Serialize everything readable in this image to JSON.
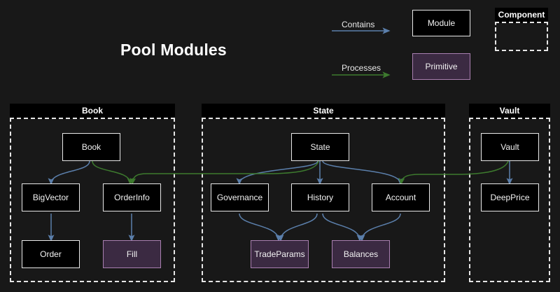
{
  "page": {
    "title": "Pool Modules",
    "background_color": "#181818"
  },
  "colors": {
    "contains_edge": "#5b7fab",
    "processes_edge": "#3d7a2e",
    "module_fill": "#000000",
    "module_border": "#e8e8e8",
    "primitive_fill": "#3b2a42",
    "primitive_border": "#a97fb0",
    "cluster_border": "#e6e6e6",
    "text": "#f2f2f2"
  },
  "legend": {
    "contains_label": "Contains",
    "processes_label": "Processes",
    "module_label": "Module",
    "primitive_label": "Primitive",
    "component_label": "Component"
  },
  "clusters": [
    {
      "name": "Book",
      "label": "Book"
    },
    {
      "name": "State",
      "label": "State"
    },
    {
      "name": "Vault",
      "label": "Vault"
    }
  ],
  "nodes": [
    {
      "id": "book",
      "label": "Book",
      "type": "module",
      "cluster": "Book"
    },
    {
      "id": "bigvector",
      "label": "BigVector",
      "type": "module",
      "cluster": "Book"
    },
    {
      "id": "orderinfo",
      "label": "OrderInfo",
      "type": "module",
      "cluster": "Book"
    },
    {
      "id": "order",
      "label": "Order",
      "type": "module",
      "cluster": "Book"
    },
    {
      "id": "fill",
      "label": "Fill",
      "type": "primitive",
      "cluster": "Book"
    },
    {
      "id": "state",
      "label": "State",
      "type": "module",
      "cluster": "State"
    },
    {
      "id": "governance",
      "label": "Governance",
      "type": "module",
      "cluster": "State"
    },
    {
      "id": "history",
      "label": "History",
      "type": "module",
      "cluster": "State"
    },
    {
      "id": "account",
      "label": "Account",
      "type": "module",
      "cluster": "State"
    },
    {
      "id": "tradeparams",
      "label": "TradeParams",
      "type": "primitive",
      "cluster": "State"
    },
    {
      "id": "balances",
      "label": "Balances",
      "type": "primitive",
      "cluster": "State"
    },
    {
      "id": "vault",
      "label": "Vault",
      "type": "module",
      "cluster": "Vault"
    },
    {
      "id": "deepprice",
      "label": "DeepPrice",
      "type": "module",
      "cluster": "Vault"
    }
  ],
  "edges": [
    {
      "from": "book",
      "to": "bigvector",
      "kind": "contains"
    },
    {
      "from": "bigvector",
      "to": "order",
      "kind": "contains"
    },
    {
      "from": "orderinfo",
      "to": "fill",
      "kind": "contains"
    },
    {
      "from": "state",
      "to": "governance",
      "kind": "contains"
    },
    {
      "from": "state",
      "to": "history",
      "kind": "contains"
    },
    {
      "from": "state",
      "to": "account",
      "kind": "contains"
    },
    {
      "from": "governance",
      "to": "tradeparams",
      "kind": "contains"
    },
    {
      "from": "history",
      "to": "tradeparams",
      "kind": "contains"
    },
    {
      "from": "history",
      "to": "balances",
      "kind": "contains"
    },
    {
      "from": "account",
      "to": "balances",
      "kind": "contains"
    },
    {
      "from": "vault",
      "to": "deepprice",
      "kind": "contains"
    },
    {
      "from": "book",
      "to": "orderinfo",
      "kind": "processes"
    },
    {
      "from": "state",
      "to": "orderinfo",
      "kind": "processes"
    },
    {
      "from": "vault",
      "to": "account",
      "kind": "processes"
    }
  ]
}
